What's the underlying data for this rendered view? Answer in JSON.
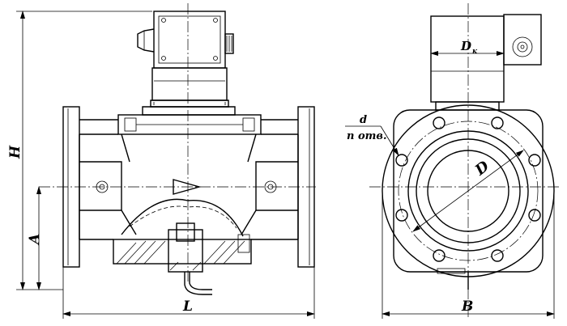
{
  "dimensions": {
    "height": "H",
    "axis_height": "A",
    "length": "L",
    "width": "B",
    "flange_diameter": "D",
    "coil_diameter_main": "D",
    "coil_diameter_sub": "к",
    "bolt_hole_diameter": "d",
    "bolt_hole_count": "n отв."
  }
}
